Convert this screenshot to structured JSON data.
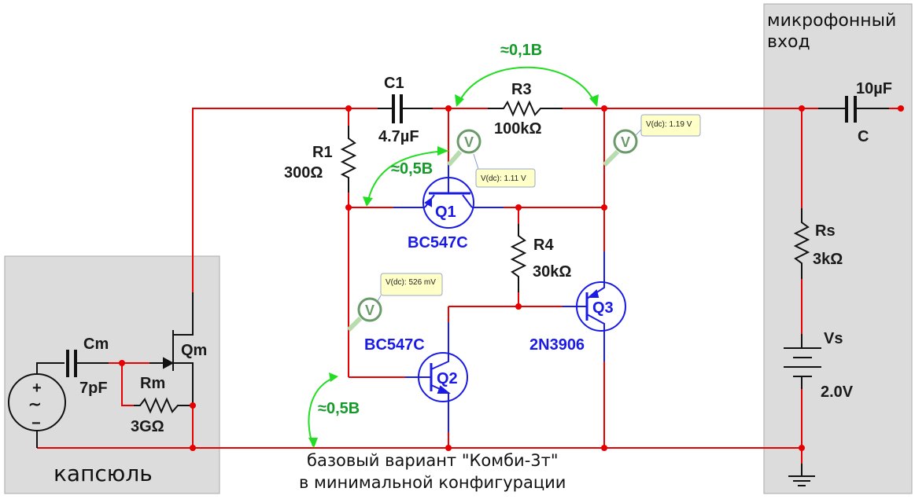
{
  "regions": {
    "capsule": "капсюль",
    "mic_input_line1": "микрофонный",
    "mic_input_line2": "вход"
  },
  "caption": {
    "line1": "базовый вариант \"Комби-3т\"",
    "line2": "в минимальной конфигурации"
  },
  "components": {
    "C1": {
      "name": "C1",
      "value": "4.7µF"
    },
    "R1": {
      "name": "R1",
      "value": "300Ω"
    },
    "R3": {
      "name": "R3",
      "value": "100kΩ"
    },
    "R4": {
      "name": "R4",
      "value": "30kΩ"
    },
    "Q1": {
      "name": "Q1",
      "model": "BC547C"
    },
    "Q2": {
      "name": "Q2",
      "model": "BC547C"
    },
    "Q3": {
      "name": "Q3",
      "model": "2N3906"
    },
    "Cm": {
      "name": "Cm",
      "value": "7pF"
    },
    "Rm": {
      "name": "Rm",
      "value": "3GΩ"
    },
    "Qm": {
      "name": "Qm"
    },
    "C": {
      "name": "C",
      "value": "10µF"
    },
    "Rs": {
      "name": "Rs",
      "value": "3kΩ"
    },
    "Vs": {
      "name": "Vs",
      "value": "2.0V"
    },
    "source_plus": "+",
    "source_minus": "−",
    "source_wave": "∼"
  },
  "probes": {
    "p1": {
      "symbol": "V",
      "reading": "V(dc): 1.11 V"
    },
    "p2": {
      "symbol": "V",
      "reading": "V(dc): 1.19 V"
    },
    "p3": {
      "symbol": "V",
      "reading": "V(dc): 526 mV"
    }
  },
  "annotations": {
    "a1": "≈0,1В",
    "a2": "≈0,5В",
    "a3": "≈0,5В"
  },
  "colors": {
    "wire": "#e60000",
    "transistor": "#1a1ae6",
    "annotation": "#22dd22",
    "probe": "#6a9a6a",
    "tooltip": "#ffffc8",
    "region_bg": "#dcdcdc"
  }
}
